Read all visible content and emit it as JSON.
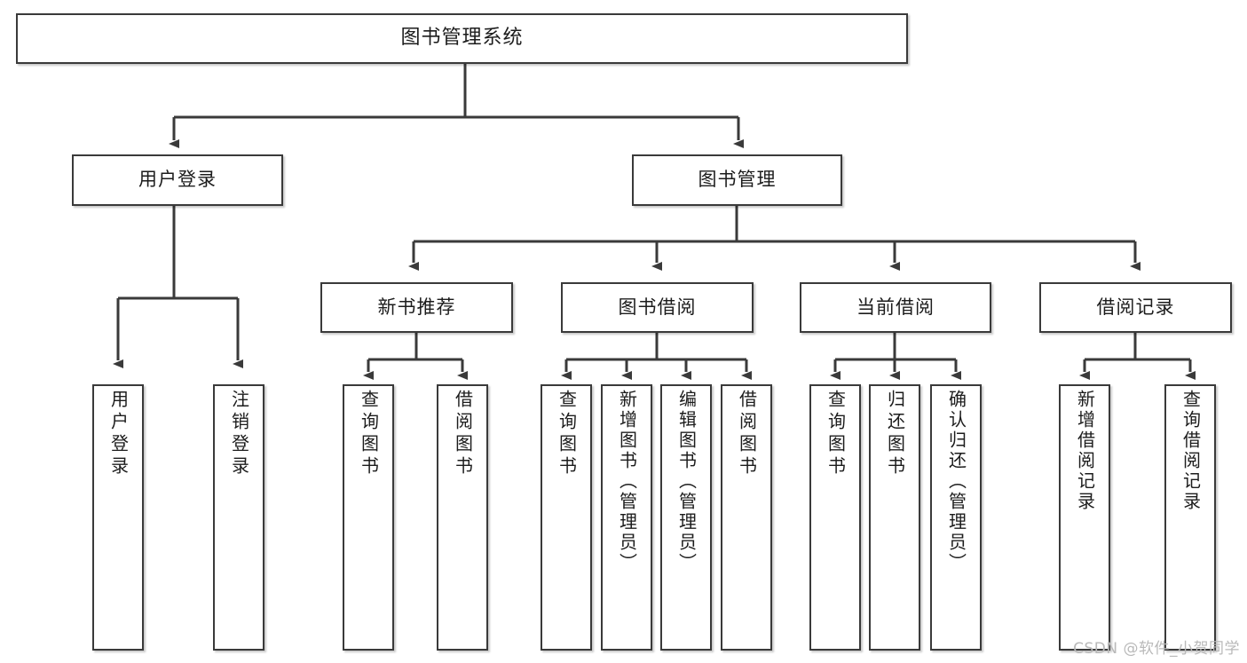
{
  "diagram": {
    "title": "图书管理系统",
    "type": "tree",
    "watermark": "CSDN @软件_小贺同学",
    "colors": {
      "border": "#3a3a3a",
      "fill": "#ffffff",
      "text": "#1c1c1c",
      "connector": "#3a3a3a",
      "watermark": "#b9b9b9"
    },
    "root": {
      "label": "图书管理系统"
    },
    "level1": [
      {
        "label": "用户登录"
      },
      {
        "label": "图书管理"
      }
    ],
    "level2": [
      {
        "label": "新书推荐"
      },
      {
        "label": "图书借阅"
      },
      {
        "label": "当前借阅"
      },
      {
        "label": "借阅记录"
      }
    ],
    "leaves": {
      "user_login": [
        {
          "label": "用户登录"
        },
        {
          "label": "注销登录"
        }
      ],
      "new_book_recommend": [
        {
          "label": "查询图书"
        },
        {
          "label": "借阅图书"
        }
      ],
      "book_borrow": [
        {
          "label": "查询图书"
        },
        {
          "label": "新增图书（管理员）"
        },
        {
          "label": "编辑图书（管理员）"
        },
        {
          "label": "借阅图书"
        }
      ],
      "current_borrow": [
        {
          "label": "查询图书"
        },
        {
          "label": "归还图书"
        },
        {
          "label": "确认归还（管理员）"
        }
      ],
      "borrow_record": [
        {
          "label": "新增借阅记录"
        },
        {
          "label": "查询借阅记录"
        }
      ]
    }
  }
}
